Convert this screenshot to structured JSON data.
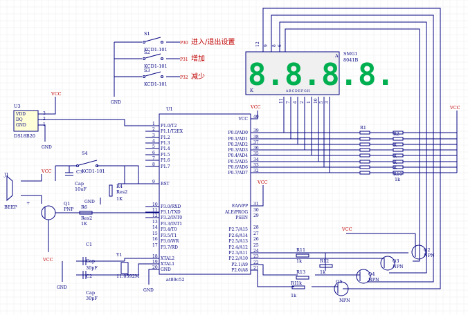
{
  "labels": {
    "switch_function_1": "进入/退出设置",
    "switch_function_2": "增加",
    "switch_function_3": "减少",
    "s1": "S1",
    "s2": "S2",
    "s3": "S3",
    "s4": "S4",
    "kcd": "KCD1-101",
    "u1": "U1",
    "u3": "U3",
    "j1": "J1",
    "q1": "Q1",
    "r6": "R6",
    "c1": "C1",
    "c2": "C2",
    "c3": "C3",
    "y1": "Y1",
    "r4": "R4",
    "chip": "at89c52",
    "crystal": "11.0592M",
    "cap30": "30pF",
    "cap": "Cap",
    "cap10": "10uF",
    "res2": "Res2",
    "k1": "1K",
    "k_small": "1k",
    "pnp": "PNP",
    "npn": "NPN",
    "beep": "BEEP",
    "ds18b20": "DS18B20",
    "smg_name": "SMG1",
    "smg_part": "8041B",
    "digit_display": "8.8.8.8.",
    "seg_k": "K",
    "seg_a": "A",
    "seg_letters": "ABCDEFGH",
    "vcc": "VCC",
    "gnd": "GND",
    "r1": "R1",
    "r2": "R2",
    "r11": "R11",
    "r12": "R12",
    "r13": "R13",
    "r14": "R1",
    "q2": "Q2",
    "q3": "Q3",
    "q4": "Q4",
    "q5": "Q5",
    "r10": "R10",
    "r_label": "R",
    "plus": "+",
    "p30": "P30",
    "p31": "P31",
    "p32": "P32"
  },
  "u3_pins": [
    {
      "name": "VDD",
      "num": "3"
    },
    {
      "name": "DQ",
      "num": "2"
    },
    {
      "name": "GND",
      "num": "1"
    }
  ],
  "left_pins": [
    {
      "num": "1",
      "name": "P1.0/T2"
    },
    {
      "num": "2",
      "name": "P1.1/T2EX"
    },
    {
      "num": "3",
      "name": "P1.2"
    },
    {
      "num": "4",
      "name": "P1.3"
    },
    {
      "num": "5",
      "name": "P1.4"
    },
    {
      "num": "6",
      "name": "P1.5"
    },
    {
      "num": "7",
      "name": "P1.6"
    },
    {
      "num": "8",
      "name": "P1.7"
    },
    {
      "num": "9",
      "name": "RST"
    },
    {
      "num": "10",
      "name": "P3.0/RXD"
    },
    {
      "num": "11",
      "name": "P3.1/TXD"
    },
    {
      "num": "12",
      "name": "P3.2/INT0"
    },
    {
      "num": "13",
      "name": "P3.3/INT1"
    },
    {
      "num": "14",
      "name": "P3.4/T0"
    },
    {
      "num": "15",
      "name": "P3.5/T1"
    },
    {
      "num": "16",
      "name": "P3.6/WR"
    },
    {
      "num": "17",
      "name": "P3.7/RD"
    },
    {
      "num": "18",
      "name": "XTAL2"
    },
    {
      "num": "19",
      "name": "XTAL1"
    },
    {
      "num": "20",
      "name": "GND"
    }
  ],
  "right_pins": [
    {
      "num": "40",
      "name": "VCC"
    },
    {
      "num": "39",
      "name": "P0.0/AD0"
    },
    {
      "num": "38",
      "name": "P0.1/AD1"
    },
    {
      "num": "37",
      "name": "P0.2/AD2"
    },
    {
      "num": "36",
      "name": "P0.3/AD3"
    },
    {
      "num": "35",
      "name": "P0.4/AD4"
    },
    {
      "num": "34",
      "name": "P0.5/AD5"
    },
    {
      "num": "33",
      "name": "P0.6/AD6"
    },
    {
      "num": "32",
      "name": "P0.7/AD7"
    },
    {
      "num": "31",
      "name": "EA/VPP"
    },
    {
      "num": "30",
      "name": "ALE/PROG"
    },
    {
      "num": "29",
      "name": "PSEN"
    },
    {
      "num": "28",
      "name": "P2.7/A15"
    },
    {
      "num": "27",
      "name": "P2.6/A14"
    },
    {
      "num": "26",
      "name": "P2.5/A13"
    },
    {
      "num": "25",
      "name": "P2.4/A12"
    },
    {
      "num": "24",
      "name": "P2.3/A11"
    },
    {
      "num": "23",
      "name": "P2.2/A10"
    },
    {
      "num": "22",
      "name": "P2.1/A9"
    },
    {
      "num": "21",
      "name": "P2.0/A8"
    }
  ],
  "smg_top_pins": [
    "12",
    "9",
    "8",
    "6"
  ],
  "smg_bottom_pins": [
    "11",
    "7",
    "4",
    "2",
    "1",
    "10",
    "5",
    "3"
  ],
  "resistor_labels": [
    "R1",
    "R2",
    "R",
    "R",
    "R",
    "R",
    "R10",
    "1k"
  ]
}
